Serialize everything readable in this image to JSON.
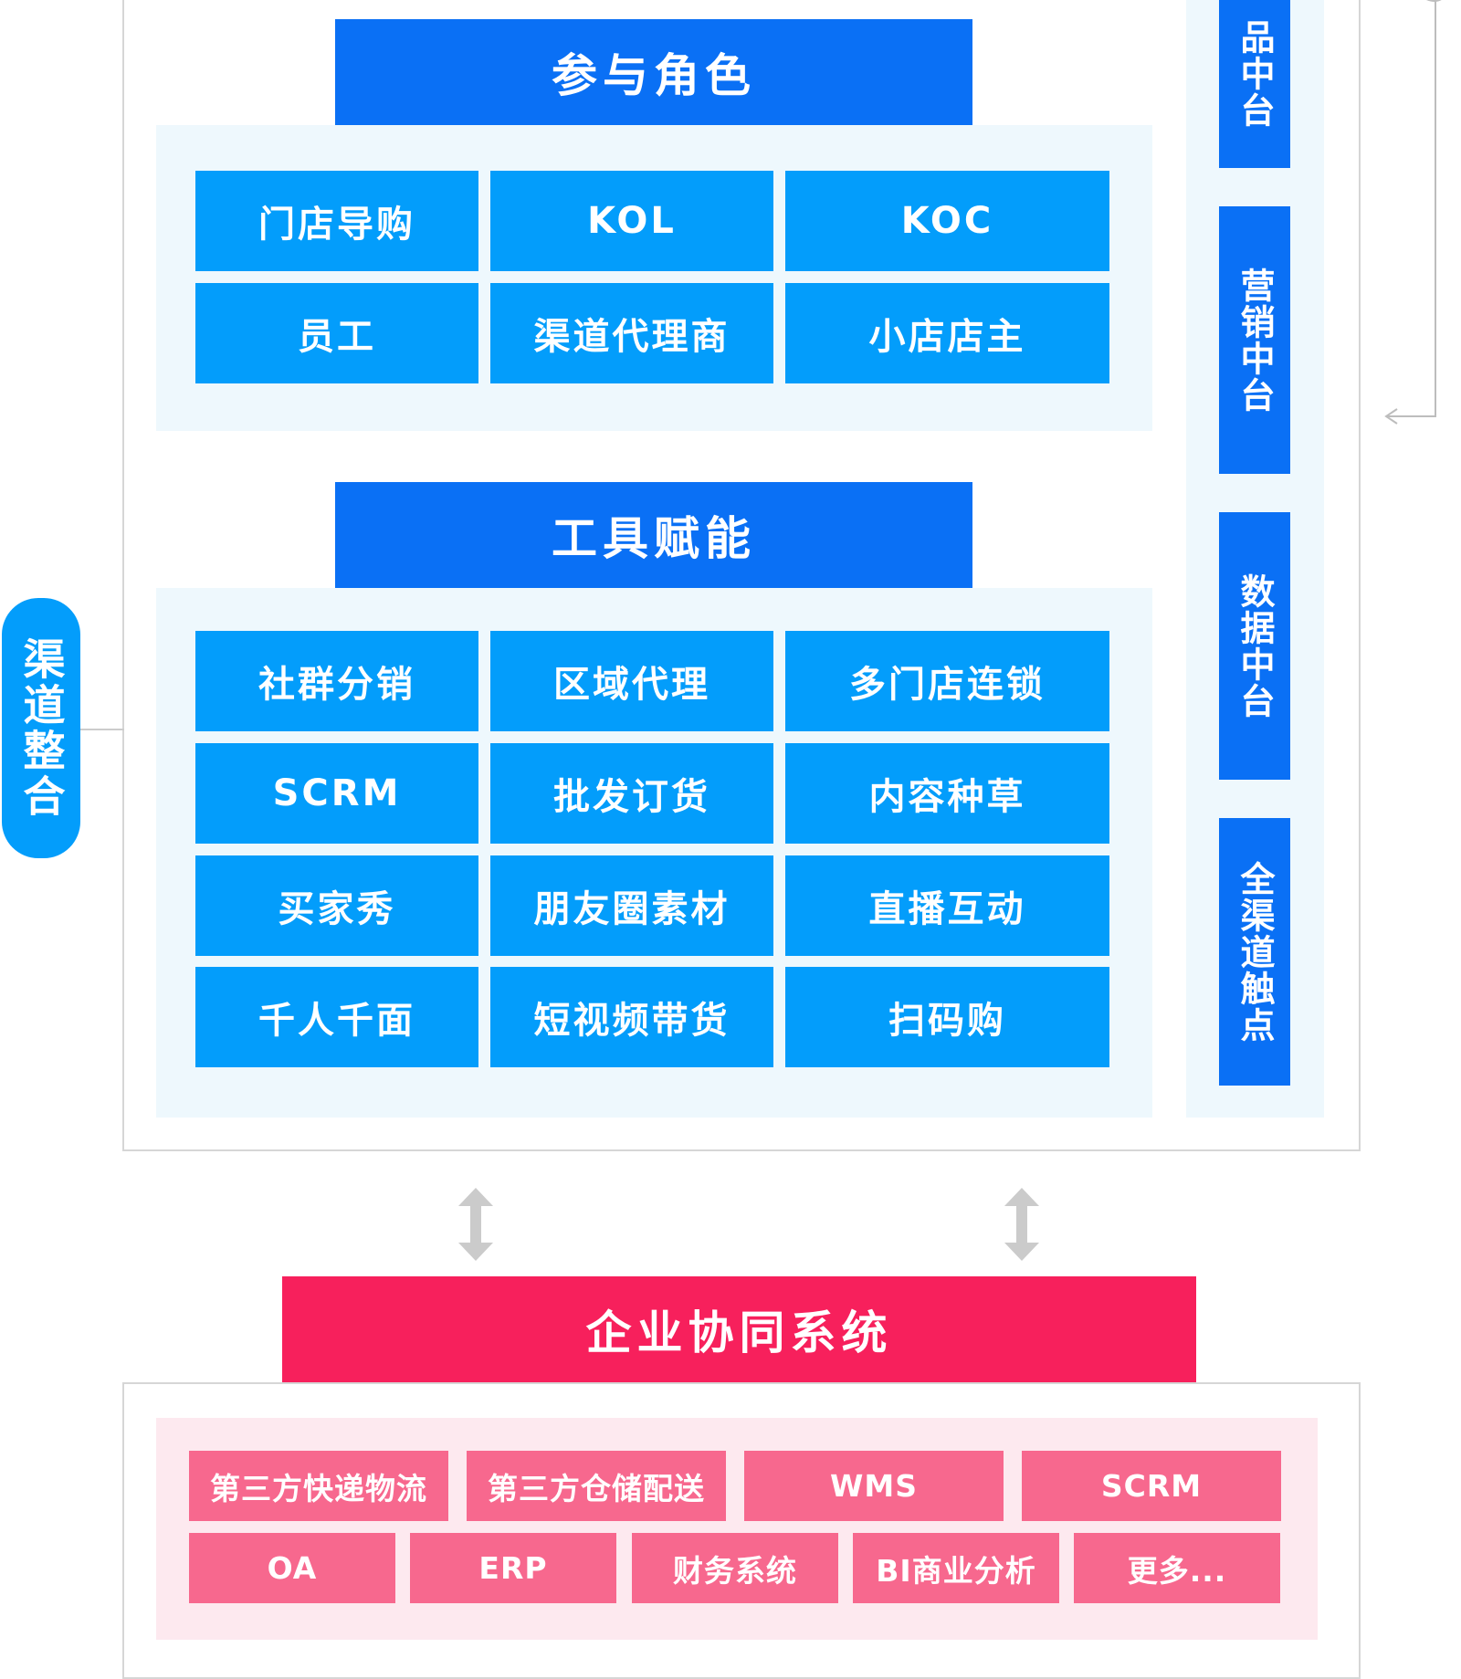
{
  "participants": {
    "title": "参与角色",
    "items": [
      "门店导购",
      "KOL",
      "KOC",
      "员工",
      "渠道代理商",
      "小店店主"
    ]
  },
  "tools": {
    "title": "工具赋能",
    "items": [
      "社群分销",
      "区域代理",
      "多门店连锁",
      "SCRM",
      "批发订货",
      "内容种草",
      "买家秀",
      "朋友圈素材",
      "直播互动",
      "千人千面",
      "短视频带货",
      "扫码购"
    ]
  },
  "side_platforms": [
    {
      "label": "品中台"
    },
    {
      "label": "营销中台"
    },
    {
      "label": "数据中台"
    },
    {
      "label": "全渠道触点"
    }
  ],
  "channel_integration": {
    "label": "渠道整合"
  },
  "enterprise": {
    "title": "企业协同系统",
    "row1": [
      "第三方快递物流",
      "第三方仓储配送",
      "WMS",
      "SCRM"
    ],
    "row2": [
      "OA",
      "ERP",
      "财务系统",
      "BI商业分析",
      "更多..."
    ]
  },
  "colors": {
    "header_blue": "#0a70f5",
    "cell_blue": "#039dfb",
    "header_red": "#f7205c",
    "cell_pink": "#f7688e",
    "panel_blue": "#eef8fd",
    "panel_pink": "#fde9ef"
  },
  "icons": [
    "double-arrow-icon",
    "arrow-left-icon"
  ]
}
